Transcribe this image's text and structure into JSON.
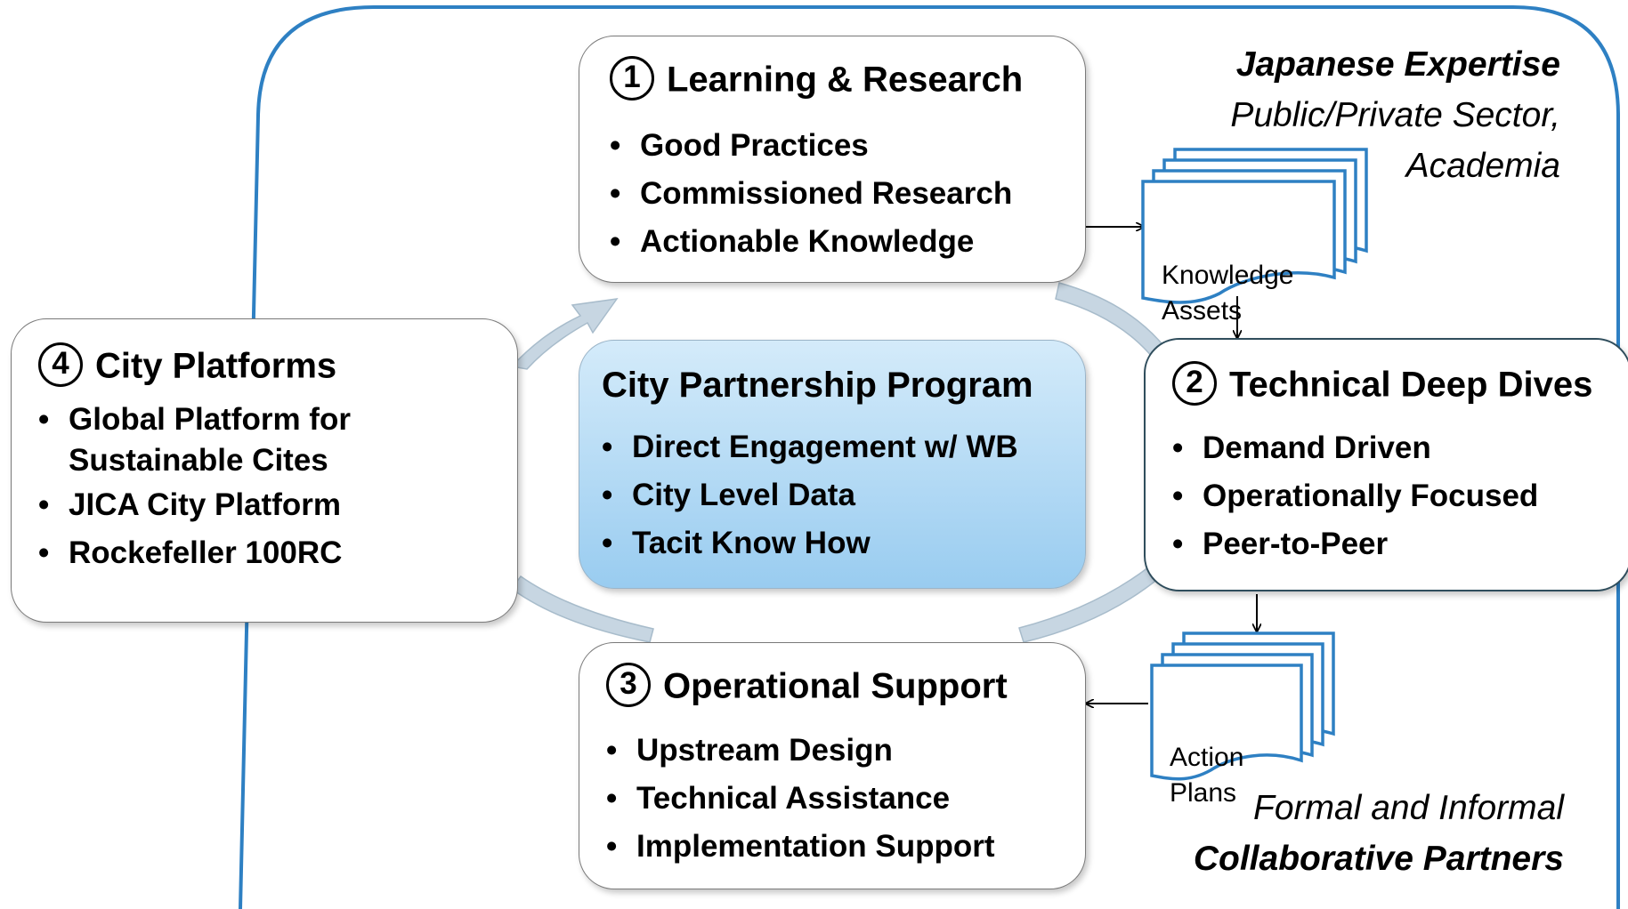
{
  "boxes": {
    "learning": {
      "number": "1",
      "title": "Learning & Research",
      "items": [
        "Good Practices",
        "Commissioned Research",
        "Actionable Knowledge"
      ]
    },
    "deep_dives": {
      "number": "2",
      "title": "Technical Deep Dives",
      "items": [
        "Demand Driven",
        "Operationally Focused",
        "Peer-to-Peer"
      ]
    },
    "operational": {
      "number": "3",
      "title": "Operational Support",
      "items": [
        "Upstream Design",
        "Technical Assistance",
        "Implementation Support"
      ]
    },
    "platforms": {
      "number": "4",
      "title": "City Platforms",
      "items": [
        {
          "line1": "Global Platform for",
          "line2": "Sustainable Cites"
        },
        "JICA City Platform",
        "Rockefeller 100RC"
      ]
    },
    "program": {
      "title": "City Partnership Program",
      "items": [
        "Direct Engagement w/ WB",
        "City Level Data",
        "Tacit Know How"
      ]
    }
  },
  "documents": {
    "knowledge": {
      "line1": "Knowledge",
      "line2": "Assets"
    },
    "action": {
      "line1": "Action",
      "line2": "Plans"
    }
  },
  "annotations": {
    "top": {
      "line1": "Japanese Expertise",
      "line2": "Public/Private Sector,",
      "line3": "Academia"
    },
    "bottom": {
      "line1": "Formal and Informal",
      "line2": "Collaborative Partners"
    }
  },
  "bullet": "•",
  "colors": {
    "outer_border": "#2e80c3",
    "cycle_arrow": "#c7d6e2",
    "document_border": "#2e80c3",
    "center_box_top": "#d4ebfa",
    "center_box_bottom": "#99ccf0"
  }
}
